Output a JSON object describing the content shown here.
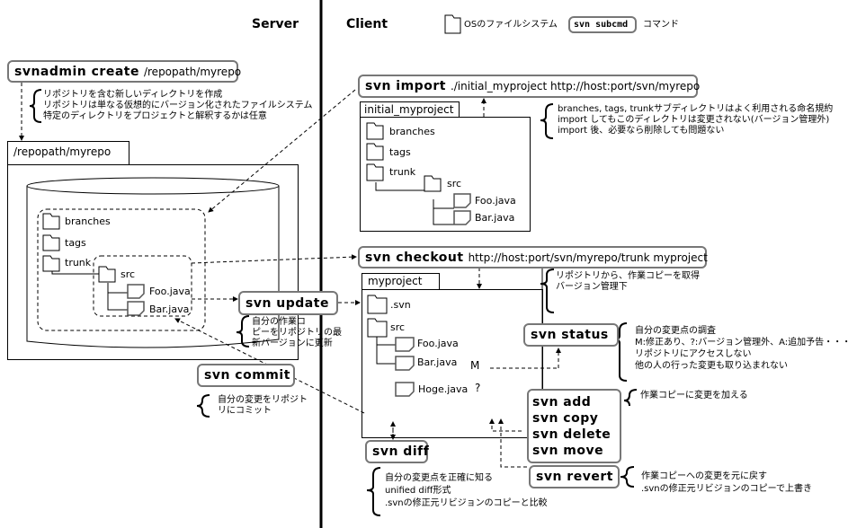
{
  "headers": {
    "server": "Server",
    "client": "Client"
  },
  "legend": {
    "fs_label": "OSのファイルシステム",
    "cmd_sample": "svn subcmd",
    "cmd_label": "コマンド",
    "icons": [
      "folder-icon"
    ]
  },
  "server": {
    "create": {
      "cmd": "svnadmin create",
      "arg": "/repopath/myrepo",
      "notes": [
        "リポジトリを含む新しいディレクトリを作成",
        "リポジトリは単なる仮想的にバージョン化されたファイルシステム",
        "特定のディレクトリをプロジェクトと解釈するかは任意"
      ]
    },
    "repo_tab": "/repopath/myrepo",
    "tree": {
      "branches": "branches",
      "tags": "tags",
      "trunk": "trunk",
      "src": "src",
      "foo": "Foo.java",
      "bar": "Bar.java"
    }
  },
  "update": {
    "cmd": "svn update",
    "notes": [
      "自分の作業コ",
      "ピーをリポジトリの最",
      "新バージョンに更新"
    ]
  },
  "commit": {
    "cmd": "svn commit",
    "notes": [
      "自分の変更をリポジト",
      "リにコミット"
    ]
  },
  "import": {
    "cmd": "svn import",
    "arg": "./initial_myproject  http://host:port/svn/myrepo",
    "notes": [
      "branches, tags, trunkサブディレクトリはよく利用される命名規約",
      "import してもこのディレクトリは変更されない(バージョン管理外)",
      "import 後、必要なら削除しても問題ない"
    ],
    "tab": "initial_myproject",
    "tree": {
      "branches": "branches",
      "tags": "tags",
      "trunk": "trunk",
      "src": "src",
      "foo": "Foo.java",
      "bar": "Bar.java"
    }
  },
  "checkout": {
    "cmd": "svn checkout",
    "arg": "http://host:port/svn/myrepo/trunk myproject",
    "notes": [
      "リポジトリから、作業コピーを取得",
      "バージョン管理下"
    ],
    "tab": "myproject",
    "tree": {
      "svn": ".svn",
      "src": "src",
      "foo": "Foo.java",
      "bar": "Bar.java",
      "bar_status": "M",
      "hoge": "Hoge.java",
      "hoge_status": "?"
    }
  },
  "status": {
    "cmd": "svn status",
    "notes": [
      "自分の変更点の調査",
      "M:修正あり、?:バージョン管理外、A:追加予告・・・",
      "リポジトリにアクセスしない",
      "他の人の行った変更も取り込まれない"
    ]
  },
  "modify": {
    "cmds": [
      "svn add",
      "svn copy",
      "svn delete",
      "svn move"
    ],
    "notes": [
      "作業コピーに変更を加える"
    ]
  },
  "diff": {
    "cmd": "svn diff",
    "notes": [
      "自分の変更点を正確に知る",
      "unified diff形式",
      ".svnの修正元リビジョンのコピーと比較"
    ]
  },
  "revert": {
    "cmd": "svn revert",
    "notes": [
      "作業コピーへの変更を元に戻す",
      ".svnの修正元リビジョンのコピーで上書き"
    ]
  }
}
